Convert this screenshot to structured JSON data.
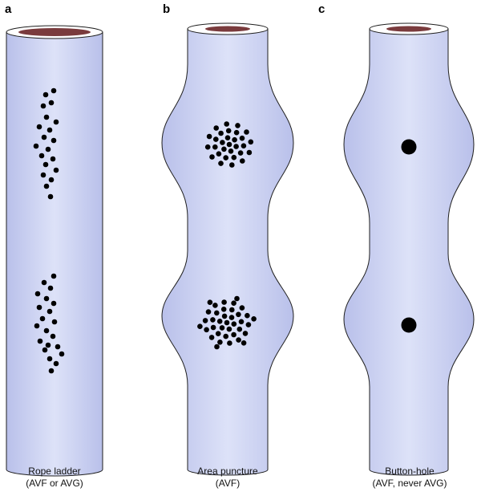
{
  "colors": {
    "vessel_edge": "#b9c0ea",
    "vessel_center": "#dde2f8",
    "outline": "#1f1f1f",
    "lumen": "#7a3b3d",
    "rim": "#ffffff",
    "puncture": "#000000"
  },
  "panels": [
    {
      "letter": "a",
      "caption_line1": "Rope ladder",
      "caption_line2": "(AVF or AVG)",
      "shape": "straight tube",
      "puncture_pattern": "scattered punctures along the vessel"
    },
    {
      "letter": "b",
      "caption_line1": "Area puncture",
      "caption_line2": "(AVF)",
      "shape": "tube with two aneurysmal bulges",
      "puncture_pattern": "clustered punctures within bulges"
    },
    {
      "letter": "c",
      "caption_line1": "Button-hole",
      "caption_line2": "(AVF, never AVG)",
      "shape": "tube with two aneurysmal bulges",
      "puncture_pattern": "single puncture site per bulge"
    }
  ]
}
